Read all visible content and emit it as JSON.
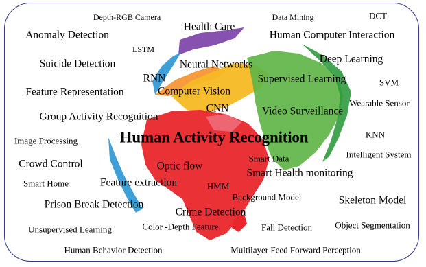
{
  "center_title": "Human Activity Recognition",
  "keywords": {
    "depth_rgb_camera": "Depth-RGB Camera",
    "data_mining": "Data Mining",
    "dct": "DCT",
    "anomaly_detection": "Anomaly Detection",
    "health_care": "Health Care",
    "human_computer_interaction": "Human Computer Interaction",
    "lstm": "LSTM",
    "deep_learning": "Deep Learning",
    "suicide_detection": "Suicide Detection",
    "neural_networks": "Neural Networks",
    "rnn": "RNN",
    "supervised_learning": "Supervised Learning",
    "svm": "SVM",
    "feature_representation": "Feature Representation",
    "computer_vision": "Computer Vision",
    "wearable_sensor": "Wearable Sensor",
    "cnn": "CNN",
    "video_surveillance": "Video Surveillance",
    "group_activity_recognition": "Group Activity Recognition",
    "knn": "KNN",
    "image_processing": "Image Processing",
    "intelligent_system": "Intelligent System",
    "crowd_control": "Crowd Control",
    "smart_data": "Smart Data",
    "optic_flow": "Optic flow",
    "smart_health_monitoring": "Smart Health monitoring",
    "smart_home": "Smart Home",
    "feature_extraction": "Feature extraction",
    "hmm": "HMM",
    "background_model": "Background Model",
    "skeleton_model": "Skeleton Model",
    "prison_break_detection": "Prison Break Detection",
    "crime_detection": "Crime Detection",
    "unsupervised_learning": "Unsupervised Learning",
    "color_depth_feature": "Color -Depth Feature",
    "fall_detection": "Fall Detection",
    "object_segmentation": "Object Segmentation",
    "human_behavior_detection": "Human Behavior Detection",
    "multilayer_feed_forward_perception": "Multilayer Feed Forward Perception"
  },
  "colors": {
    "frame": "#2c3a8c",
    "continent_red": "#e8262b",
    "continent_yellow": "#f6bb24",
    "continent_green": "#5fb548",
    "continent_purple": "#7a3fa6",
    "continent_blue": "#1d8fd1",
    "continent_orange": "#f58a1f"
  }
}
